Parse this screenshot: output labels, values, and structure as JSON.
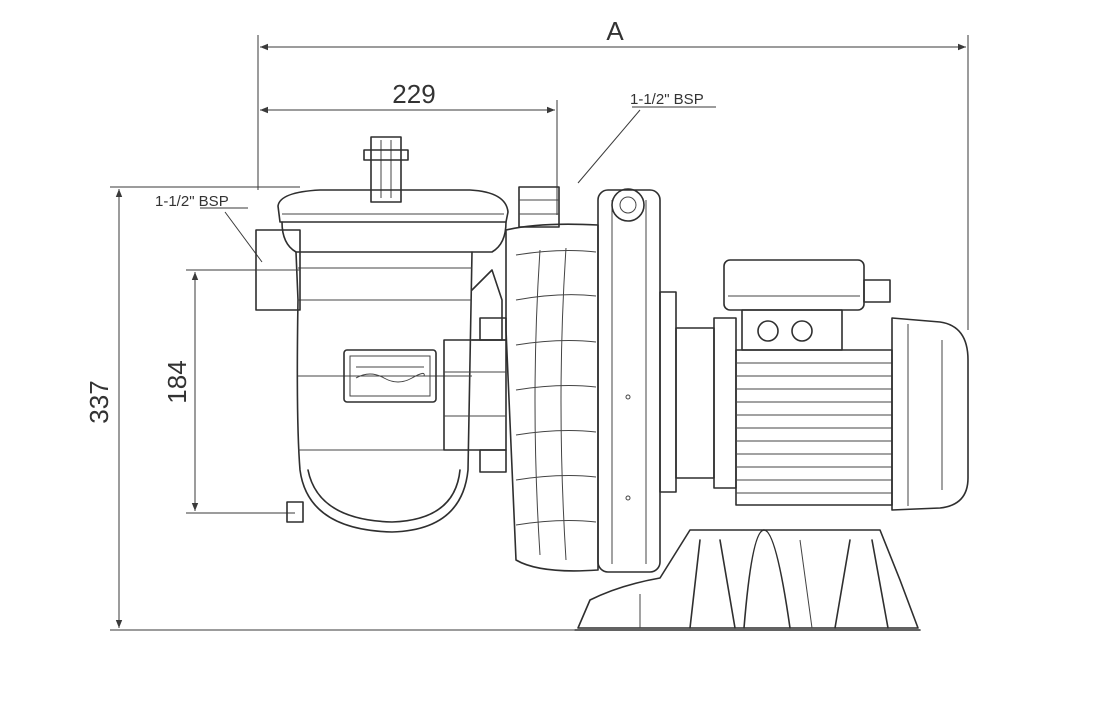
{
  "dimensions": {
    "overall_length": "A",
    "inlet_offset": "229",
    "inlet_height": "184",
    "overall_height": "337"
  },
  "callouts": {
    "inlet_port": "1-1/2\" BSP",
    "outlet_port": "1-1/2\" BSP"
  },
  "colors": {
    "line": "#2f2f2f",
    "background": "#ffffff"
  }
}
